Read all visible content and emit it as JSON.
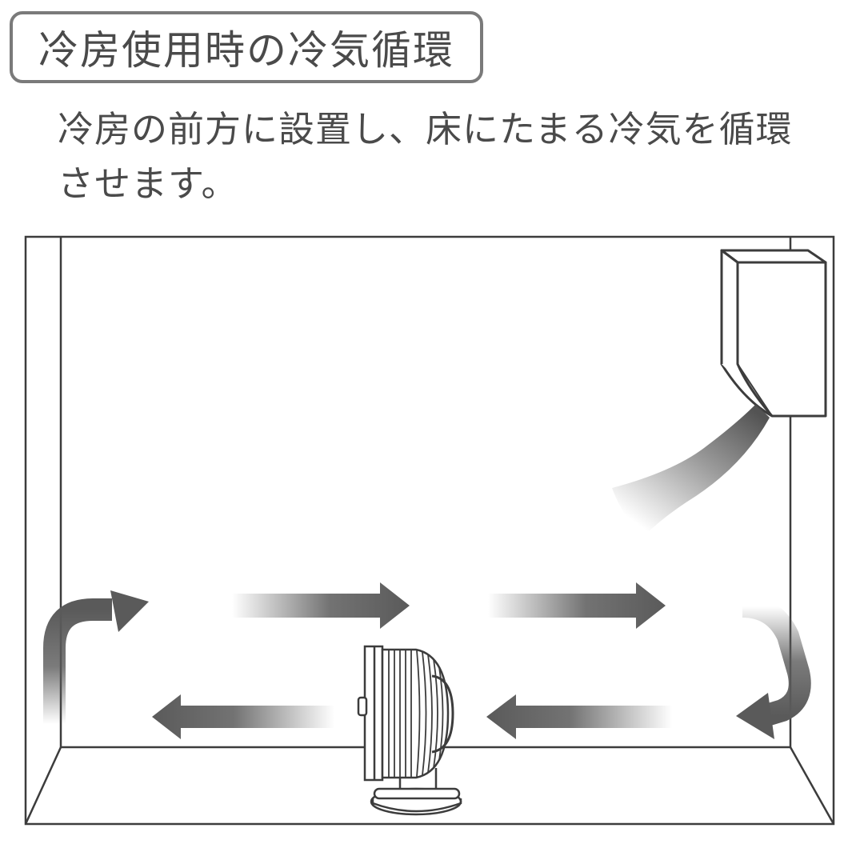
{
  "title": "冷房使用時の冷気循環",
  "description": {
    "line1": "冷房の前方に設置し、床にたまる冷気を循環",
    "line2": "させます。"
  },
  "colors": {
    "text": "#4a4a4a",
    "line": "#3c3c3c",
    "arrow": "#5a5a5a",
    "badge_border": "#7a7a7a"
  },
  "icons": {
    "air_conditioner": "air-conditioner-icon",
    "fan": "circulator-fan-icon",
    "airflow": "airflow-arrow-icon"
  }
}
